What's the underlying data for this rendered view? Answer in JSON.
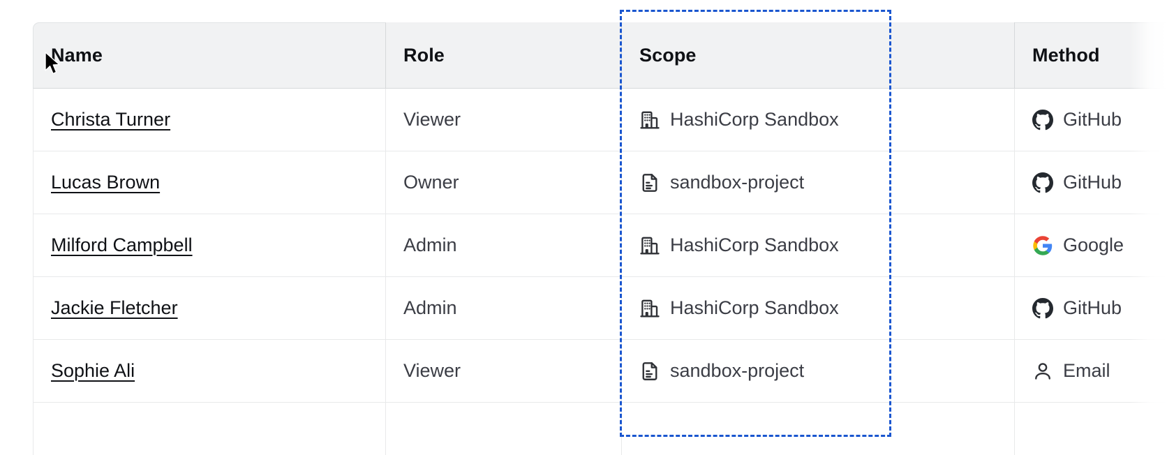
{
  "table": {
    "columns": [
      {
        "key": "name",
        "label": "Name"
      },
      {
        "key": "role",
        "label": "Role"
      },
      {
        "key": "scope",
        "label": "Scope"
      },
      {
        "key": "method",
        "label": "Method"
      }
    ],
    "rows": [
      {
        "name": "Christa Turner",
        "role": "Viewer",
        "scope": "HashiCorp Sandbox",
        "scope_icon": "organization-building-icon",
        "method": "GitHub",
        "method_icon": "github-icon"
      },
      {
        "name": "Lucas Brown",
        "role": "Owner",
        "scope": "sandbox-project",
        "scope_icon": "project-document-icon",
        "method": "GitHub",
        "method_icon": "github-icon"
      },
      {
        "name": "Milford Campbell",
        "role": "Admin",
        "scope": "HashiCorp Sandbox",
        "scope_icon": "organization-building-icon",
        "method": "Google",
        "method_icon": "google-icon"
      },
      {
        "name": "Jackie Fletcher",
        "role": "Admin",
        "scope": "HashiCorp Sandbox",
        "scope_icon": "organization-building-icon",
        "method": "GitHub",
        "method_icon": "github-icon"
      },
      {
        "name": "Sophie Ali",
        "role": "Viewer",
        "scope": "sandbox-project",
        "scope_icon": "project-document-icon",
        "method": "Email",
        "method_icon": "user-person-icon"
      }
    ]
  },
  "highlight": {
    "target_column": "Scope",
    "color": "#1a56cf",
    "style": "dashed"
  },
  "colors": {
    "header_bg": "#f1f2f3",
    "header_text": "#0f1115",
    "body_text": "#3b3d45",
    "link_text": "#0f1115",
    "row_border": "#e8e9ea",
    "header_border": "#d6d8da",
    "highlight": "#1a56cf",
    "github": "#24292f",
    "google_blue": "#4285f4",
    "google_red": "#ea4335",
    "google_yellow": "#fbbc05",
    "google_green": "#34a853"
  }
}
